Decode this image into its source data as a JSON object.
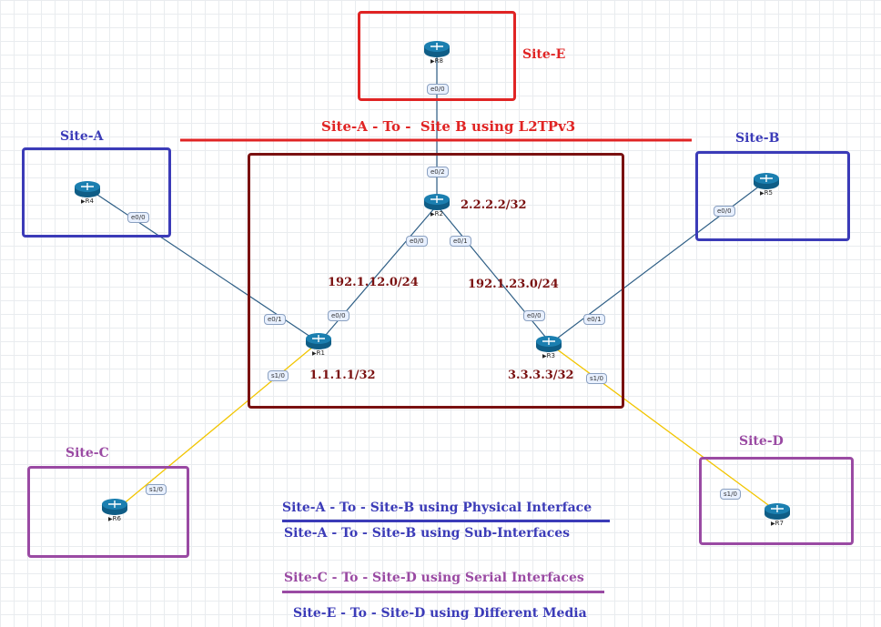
{
  "title": "Site-A - To -  Site B using L2TPv3",
  "colors": {
    "red": "#e02424",
    "darkred": "#7a1111",
    "blue": "#3b3bb8",
    "purple": "#9a4aa3",
    "link_blue": "#2f5f86",
    "link_yellow": "#f2c500"
  },
  "sites": {
    "a": "Site-A",
    "b": "Site-B",
    "c": "Site-C",
    "d": "Site-D",
    "e": "Site-E"
  },
  "routers": {
    "r1": "R1",
    "r2": "R2",
    "r3": "R3",
    "r4": "R4",
    "r5": "R5",
    "r6": "R6",
    "r7": "R7",
    "r8": "R8"
  },
  "interfaces": {
    "r8_e00": "e0/0",
    "r2_e02": "e0/2",
    "r2_e00": "e0/0",
    "r2_e01": "e0/1",
    "r4_e00": "e0/0",
    "r1_e01": "e0/1",
    "r1_e00": "e0/0",
    "r1_s10": "s1/0",
    "r3_e00": "e0/0",
    "r3_e01": "e0/1",
    "r3_s10": "s1/0",
    "r5_e00": "e0/0",
    "r6_s10": "s1/0",
    "r7_s10": "s1/0"
  },
  "addresses": {
    "r2_loopback": "2.2.2.2/32",
    "r1_loopback": "1.1.1.1/32",
    "r3_loopback": "3.3.3.3/32",
    "net_r1_r2": "192.1.12.0/24",
    "net_r2_r3": "192.1.23.0/24"
  },
  "legend": [
    "Site-A - To - Site-B using Physical Interface",
    "Site-A - To - Site-B using Sub-Interfaces",
    "Site-C - To - Site-D using Serial Interfaces",
    "Site-E - To - Site-D using Different Media"
  ]
}
